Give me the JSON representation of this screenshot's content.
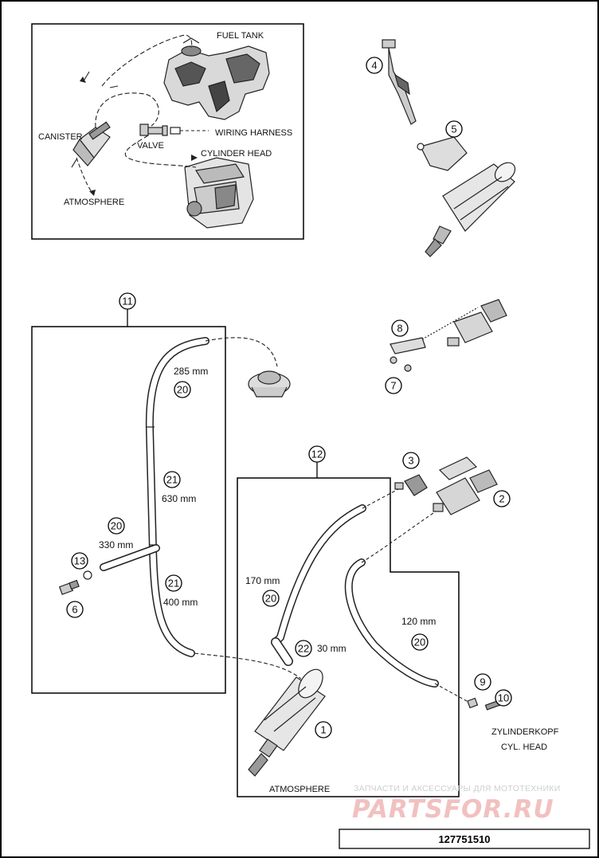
{
  "overview": {
    "fuel_tank": "FUEL TANK",
    "canister": "CANISTER",
    "valve": "VALVE",
    "wiring_harness": "WIRING HARNESS",
    "cylinder_head": "CYLINDER HEAD",
    "atmosphere": "ATMOSPHERE"
  },
  "callouts": {
    "c1": "1",
    "c2": "2",
    "c3": "3",
    "c4": "4",
    "c5": "5",
    "c6": "6",
    "c7": "7",
    "c8": "8",
    "c9": "9",
    "c10": "10",
    "c11": "11",
    "c12": "12",
    "c13": "13",
    "c20a": "20",
    "c20b": "20",
    "c20c": "20",
    "c20d": "20",
    "c21a": "21",
    "c21b": "21",
    "c22": "22"
  },
  "lengths": {
    "l285": "285 mm",
    "l630": "630 mm",
    "l330": "330 mm",
    "l400": "400 mm",
    "l170": "170 mm",
    "l30": "30 mm",
    "l120": "120 mm"
  },
  "labels": {
    "zylinderkopf": "ZYLINDERKOPF",
    "cyl_head": "CYL. HEAD",
    "atmosphere_main": "ATMOSPHERE"
  },
  "watermark": {
    "top_line": "ЗАПЧАСТИ И АКСЕССУАРЫ ДЛЯ МОТОТЕХНИКИ",
    "logo": "PARTSFOR.RU"
  },
  "part_number": "127751510"
}
